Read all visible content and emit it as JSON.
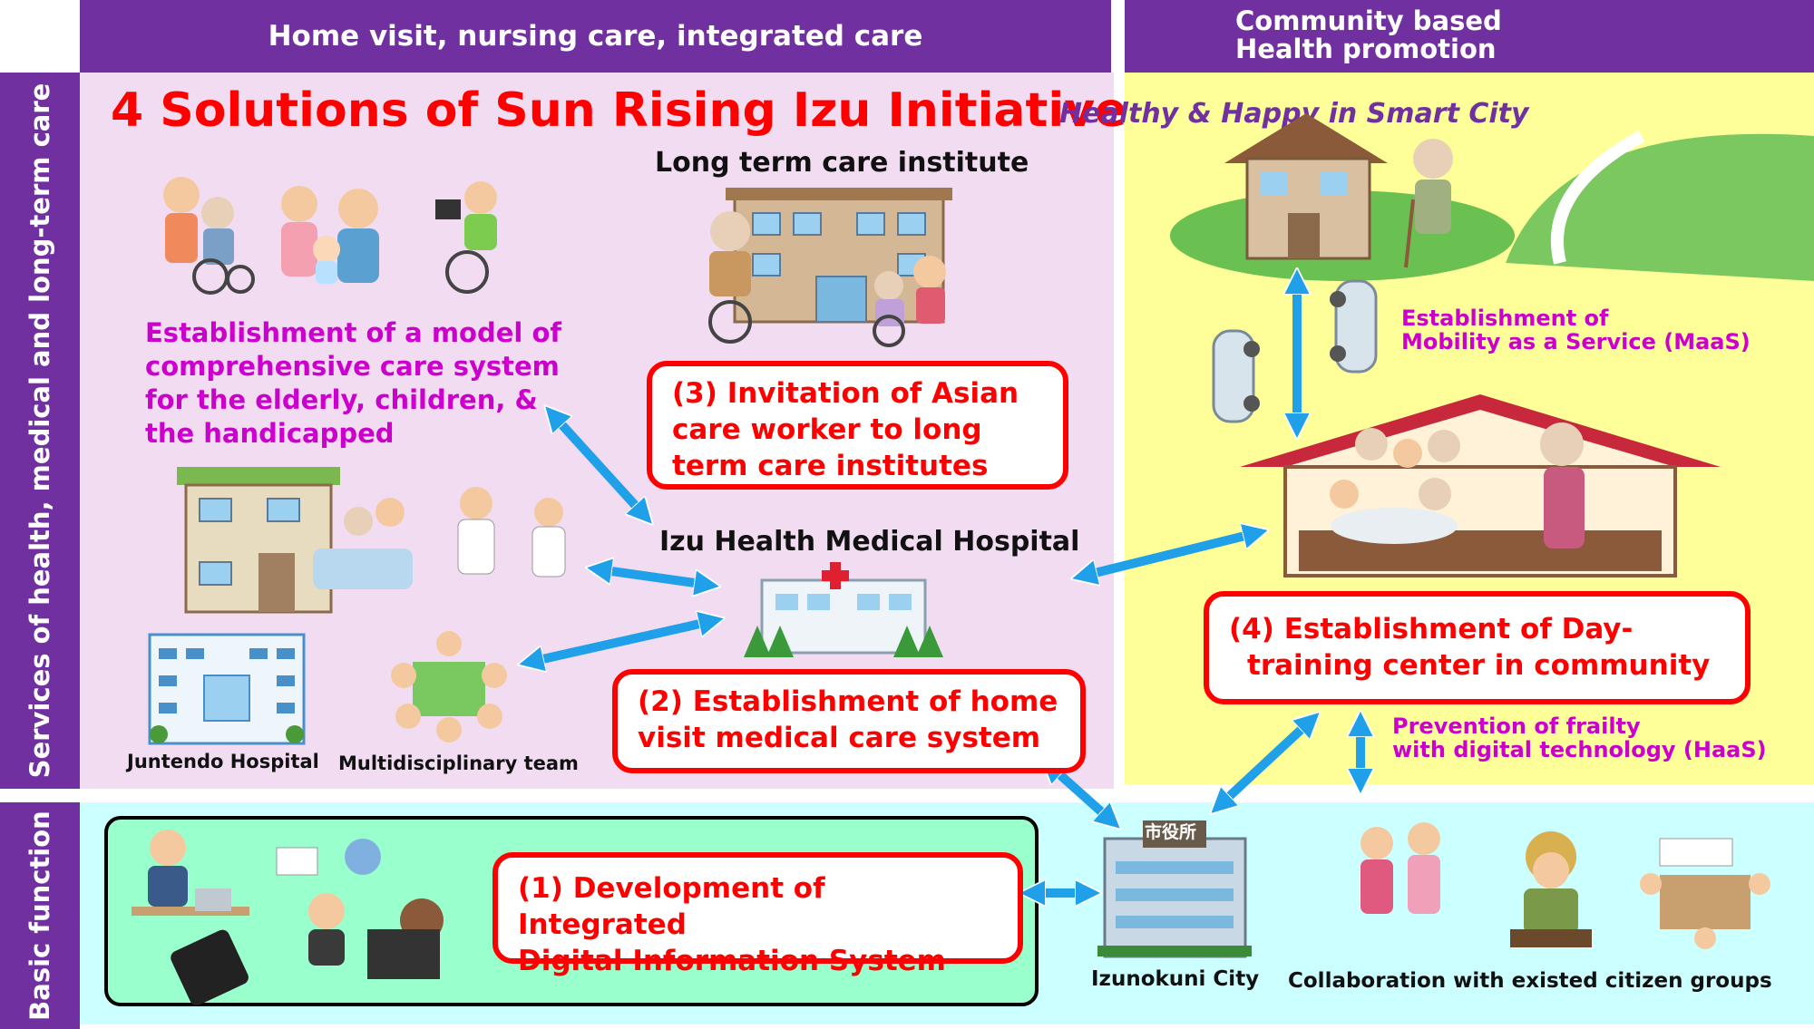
{
  "headers": {
    "home_visit": "Home visit, nursing care, integrated care",
    "community_line1": "Community based",
    "community_line2": "Health promotion"
  },
  "sidebar": {
    "services": "Services of health, medical and long-term care",
    "basic": "Basic function"
  },
  "title": "4 Solutions of Sun Rising Izu Initiative",
  "tagline": "Healthy & Happy in Smart City",
  "labels": {
    "long_term_care": "Long term care institute",
    "hospital": "Izu Health Medical Hospital",
    "juntendo": "Juntendo Hospital",
    "team": "Multidisciplinary team",
    "city": "Izunokuni City",
    "city_sign": "市役所",
    "citizen_groups": "Collaboration with existed citizen groups"
  },
  "model_text": {
    "line1": "Establishment of a model of",
    "line2": "comprehensive care system",
    "line3": "for the elderly, children, &",
    "line4": "the handicapped"
  },
  "maas": {
    "line1": "Establishment of",
    "line2": "Mobility as a Service (MaaS)"
  },
  "haas": {
    "line1": "Prevention of frailty",
    "line2": "with digital technology (HaaS)"
  },
  "solutions": {
    "s1": {
      "line1": "(1) Development of Integrated",
      "line2": "Digital Information System"
    },
    "s2": {
      "line1": "(2) Establishment of home",
      "line2": "visit medical care system"
    },
    "s3": {
      "line1": "(3) Invitation of Asian",
      "line2": "care worker to long",
      "line3": "term care institutes"
    },
    "s4": {
      "line1": "(4) Establishment of Day-",
      "line2": "training center in community"
    }
  },
  "colors": {
    "purple": "#7030a0",
    "pink_region": "#f2dcf2",
    "yellow_region": "#ffff99",
    "cyan_region": "#ccffff",
    "green_box": "#99ffcc",
    "red": "#ff0000",
    "magenta_text": "#cc00cc",
    "arrow_blue": "#1fa0e8"
  }
}
